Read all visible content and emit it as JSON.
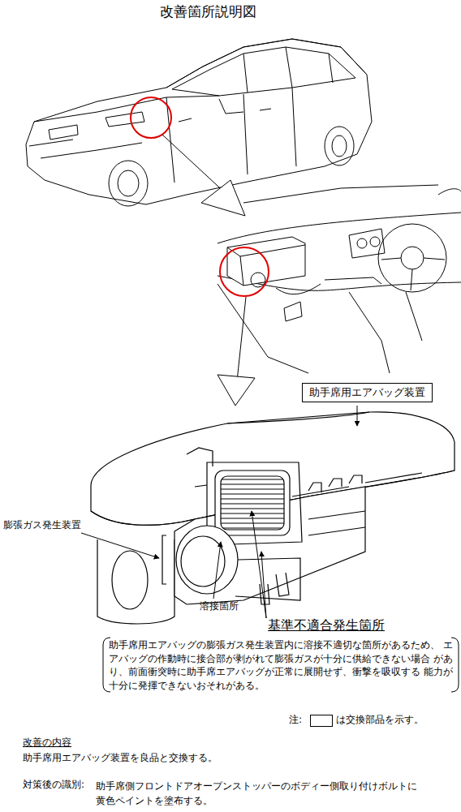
{
  "diagram": {
    "title": "改善箇所説明図",
    "nodes": [
      {
        "text": [
          "助手席用エアバッグ装置"
        ]
      }
    ],
    "labels": [
      "膨張ガス発生装置",
      "溶接箇所",
      "基準不適合発生箇所",
      "助手席用エアバッグの膨張ガス発生装置内に溶接不適切な箇所があるため、 エアバッグの作動時に接合部が剥がれて膨張ガスが十分に供給できない場合 があり、前面衝突時に助手席エアバッグが正常に展開せず、衝撃を吸収する 能力が十分に発揮できないおそれがある。",
      "注:",
      "改善の内容",
      "助手席用エアバッグ装置を良品と交換する。",
      "対策後の識別:",
      "助手席側フロントドアオープンストッパーのボディー側取り付けボルトに 黄色ペイントを塗布する。"
    ],
    "legend": [
      {
        "text": "は交換部品を示す。"
      }
    ]
  }
}
